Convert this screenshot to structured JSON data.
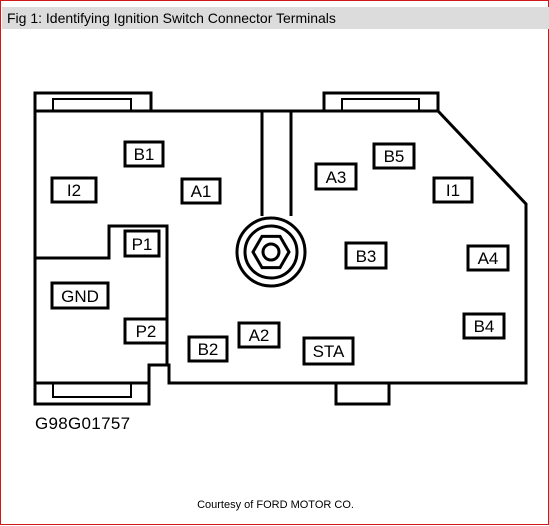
{
  "figure": {
    "title": "Fig 1: Identifying Ignition Switch Connector Terminals",
    "part_number": "G98G01757",
    "credit": "Courtesy of FORD MOTOR CO."
  },
  "terminals": [
    {
      "id": "b1",
      "label": "B1"
    },
    {
      "id": "i2",
      "label": "I2"
    },
    {
      "id": "a1",
      "label": "A1"
    },
    {
      "id": "p1",
      "label": "P1"
    },
    {
      "id": "gnd",
      "label": "GND"
    },
    {
      "id": "p2",
      "label": "P2"
    },
    {
      "id": "b2",
      "label": "B2"
    },
    {
      "id": "a2",
      "label": "A2"
    },
    {
      "id": "sta",
      "label": "STA"
    },
    {
      "id": "a3",
      "label": "A3"
    },
    {
      "id": "b5",
      "label": "B5"
    },
    {
      "id": "i1",
      "label": "I1"
    },
    {
      "id": "b3",
      "label": "B3"
    },
    {
      "id": "a4",
      "label": "A4"
    },
    {
      "id": "b4",
      "label": "B4"
    }
  ]
}
